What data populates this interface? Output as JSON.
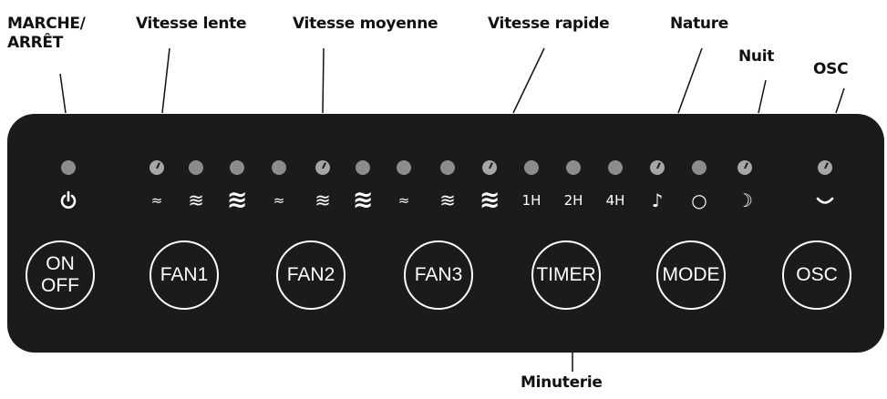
{
  "callouts": {
    "power": [
      "MARCHE/",
      "ARRÊT"
    ],
    "slow": "Vitesse lente",
    "medium": "Vitesse moyenne",
    "fast": "Vitesse rapide",
    "nature": "Nature",
    "night": "Nuit",
    "osc": "OSC",
    "timer": "Minuterie"
  },
  "indicators": [
    {
      "symbol": "power-icon",
      "lit": false
    },
    {
      "symbol": "≈",
      "lit": true,
      "icon": "wave-low-icon"
    },
    {
      "symbol": "≋",
      "lit": false,
      "icon": "wave-mid-icon"
    },
    {
      "symbol": "≋",
      "lit": false,
      "icon": "wave-high-icon"
    },
    {
      "symbol": "≈",
      "lit": false,
      "icon": "wave-low-icon"
    },
    {
      "symbol": "≋",
      "lit": true,
      "icon": "wave-mid-icon"
    },
    {
      "symbol": "≋",
      "lit": false,
      "icon": "wave-high-icon"
    },
    {
      "symbol": "≈",
      "lit": false,
      "icon": "wave-low-icon"
    },
    {
      "symbol": "≋",
      "lit": false,
      "icon": "wave-mid-icon"
    },
    {
      "symbol": "≋",
      "lit": true,
      "icon": "wave-high-icon"
    },
    {
      "symbol": "1H",
      "lit": false
    },
    {
      "symbol": "2H",
      "lit": false
    },
    {
      "symbol": "4H",
      "lit": false
    },
    {
      "symbol": "♪",
      "lit": true,
      "icon": "music-note-icon"
    },
    {
      "symbol": "○",
      "lit": false,
      "icon": "circle-icon"
    },
    {
      "symbol": "☽",
      "lit": true,
      "icon": "moon-icon"
    },
    {
      "symbol": "oscillation-icon",
      "lit": true
    }
  ],
  "buttons": [
    {
      "lines": [
        "ON",
        "OFF"
      ]
    },
    {
      "lines": [
        "FAN1"
      ]
    },
    {
      "lines": [
        "FAN2"
      ]
    },
    {
      "lines": [
        "FAN3"
      ]
    },
    {
      "lines": [
        "TIMER"
      ]
    },
    {
      "lines": [
        "MODE"
      ]
    },
    {
      "lines": [
        "OSC"
      ]
    }
  ],
  "colors": {
    "panel": "#1b1b1b",
    "led": "#8c8c8c",
    "button_border": "#ffffff",
    "label": "#111111"
  }
}
